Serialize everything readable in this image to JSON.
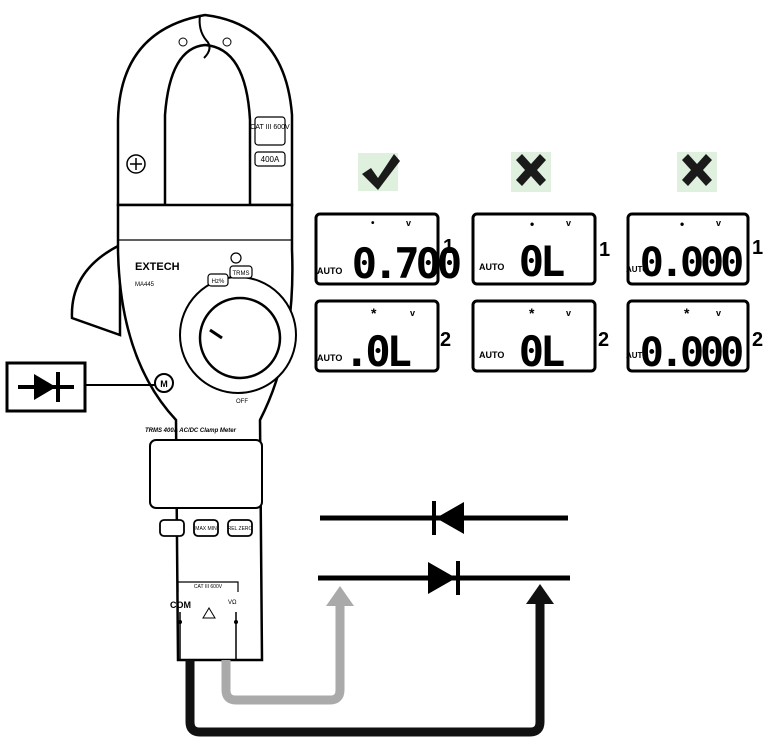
{
  "meter": {
    "brand": "EXTECH",
    "model": "MA445",
    "subtitle": "TRMS 400A AC/DC Clamp Meter",
    "clamp_rating": "CAT III 600V",
    "clamp_current": "400A",
    "rotary_labels": [
      "OFF",
      "TRMS",
      "Hz%"
    ],
    "mode_button": "M",
    "front_buttons": [
      "",
      "MAX MIN",
      "REL ZERO"
    ],
    "jack_com": "COM",
    "jack_header": "CAT III 600V",
    "jack_v": "VΩ"
  },
  "diode_symbol": {
    "icon": "diode-icon",
    "border_color": "#000000"
  },
  "columns": [
    {
      "verdict_icon": "check-icon",
      "verdict_color": "#1a1a1a",
      "verdict_bg": "#dff0df",
      "lcd": [
        {
          "reading": "0.700",
          "auto": "AUTO",
          "index": "1"
        },
        {
          "reading": ".0L",
          "auto": "AUTO",
          "index": "2"
        }
      ]
    },
    {
      "verdict_icon": "cross-icon",
      "verdict_color": "#1a1a1a",
      "verdict_bg": "#dff0df",
      "lcd": [
        {
          "reading": "0L",
          "auto": "AUTO",
          "index": "1"
        },
        {
          "reading": "0L",
          "auto": "AUTO",
          "index": "2"
        }
      ]
    },
    {
      "verdict_icon": "cross-icon",
      "verdict_color": "#1a1a1a",
      "verdict_bg": "#dff0df",
      "lcd": [
        {
          "reading": "0.000",
          "auto": "AUTO",
          "index": "1"
        },
        {
          "reading": "0.000",
          "auto": "AUTO",
          "index": "2"
        }
      ]
    }
  ],
  "colors": {
    "lead_black": "#111111",
    "lead_gray": "#aaaaaa",
    "ink": "#000000"
  }
}
